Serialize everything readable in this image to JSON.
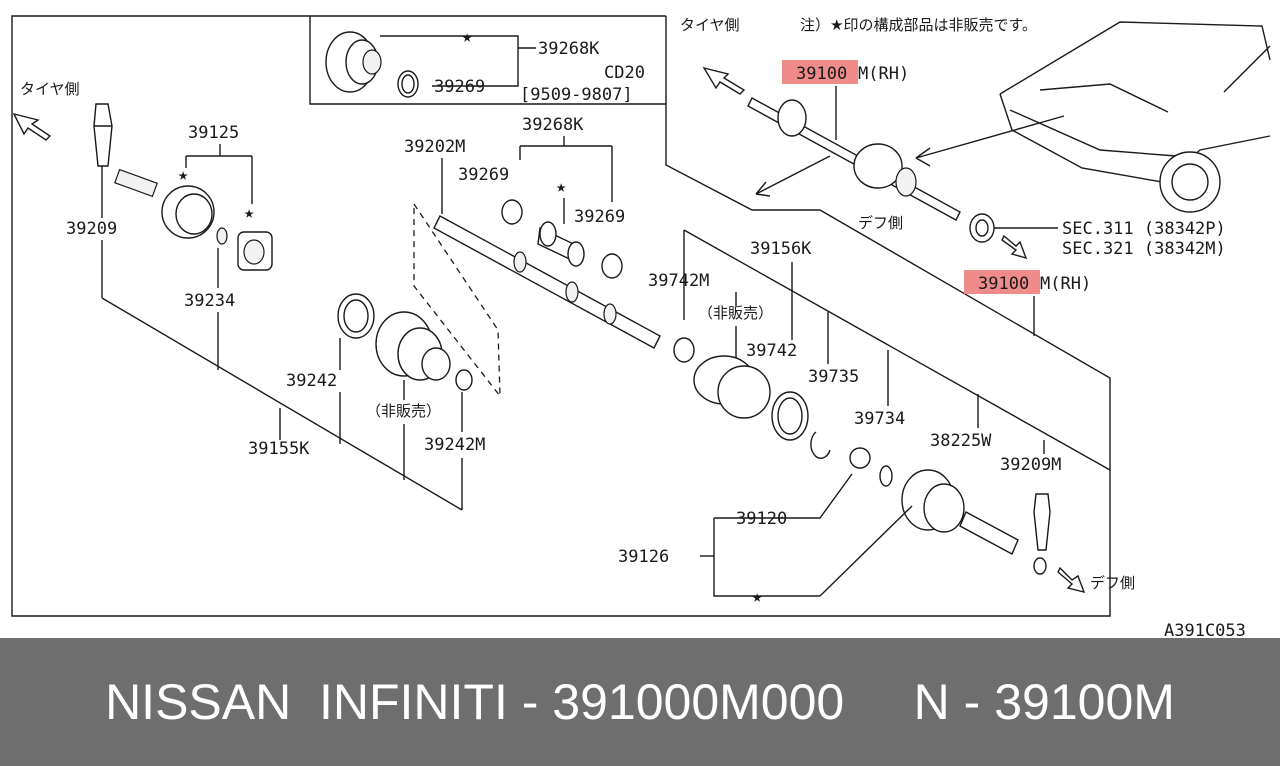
{
  "labels": {
    "tire_side_left": "タイヤ側",
    "tire_side_top": "タイヤ側",
    "note": "注）★印の構成部品は非販売です。",
    "diff_side_mid": "デフ側",
    "diff_side_bottom": "デフ側",
    "not_sold_1": "（非販売）",
    "not_sold_2": "（非販売）",
    "star_symbol": "★"
  },
  "parts": {
    "p39268K_top": "39268K",
    "p39269_top": "39269",
    "cd20": "CD20",
    "date_range": "[9509-9807]",
    "p39125": "39125",
    "p39209": "39209",
    "p39234": "39234",
    "p39202M": "39202M",
    "p39268K_mid": "39268K",
    "p39269_a": "39269",
    "p39269_b": "39269",
    "p39156K": "39156K",
    "p39742M": "39742M",
    "p39742": "39742",
    "p39735": "39735",
    "p39734": "39734",
    "p38225W": "38225W",
    "p39209M": "39209M",
    "p39242": "39242",
    "p39155K": "39155K",
    "p39242M": "39242M",
    "p39120": "39120",
    "p39126": "39126",
    "rh_hl_1": "39100",
    "rh_suffix_1": "M(RH)",
    "rh_hl_2": "39100",
    "rh_suffix_2": "M(RH)",
    "sec311": "SEC.311 (38342P)",
    "sec321": "SEC.321 (38342M)"
  },
  "diagram_code": "A391C053",
  "footer": {
    "caption": "NISSAN  INFINITI - 391000M000     N - 39100M"
  },
  "colors": {
    "highlight": "#ef8b8b",
    "footer_bg": "#6e6e6e",
    "footer_text": "#ffffff"
  }
}
